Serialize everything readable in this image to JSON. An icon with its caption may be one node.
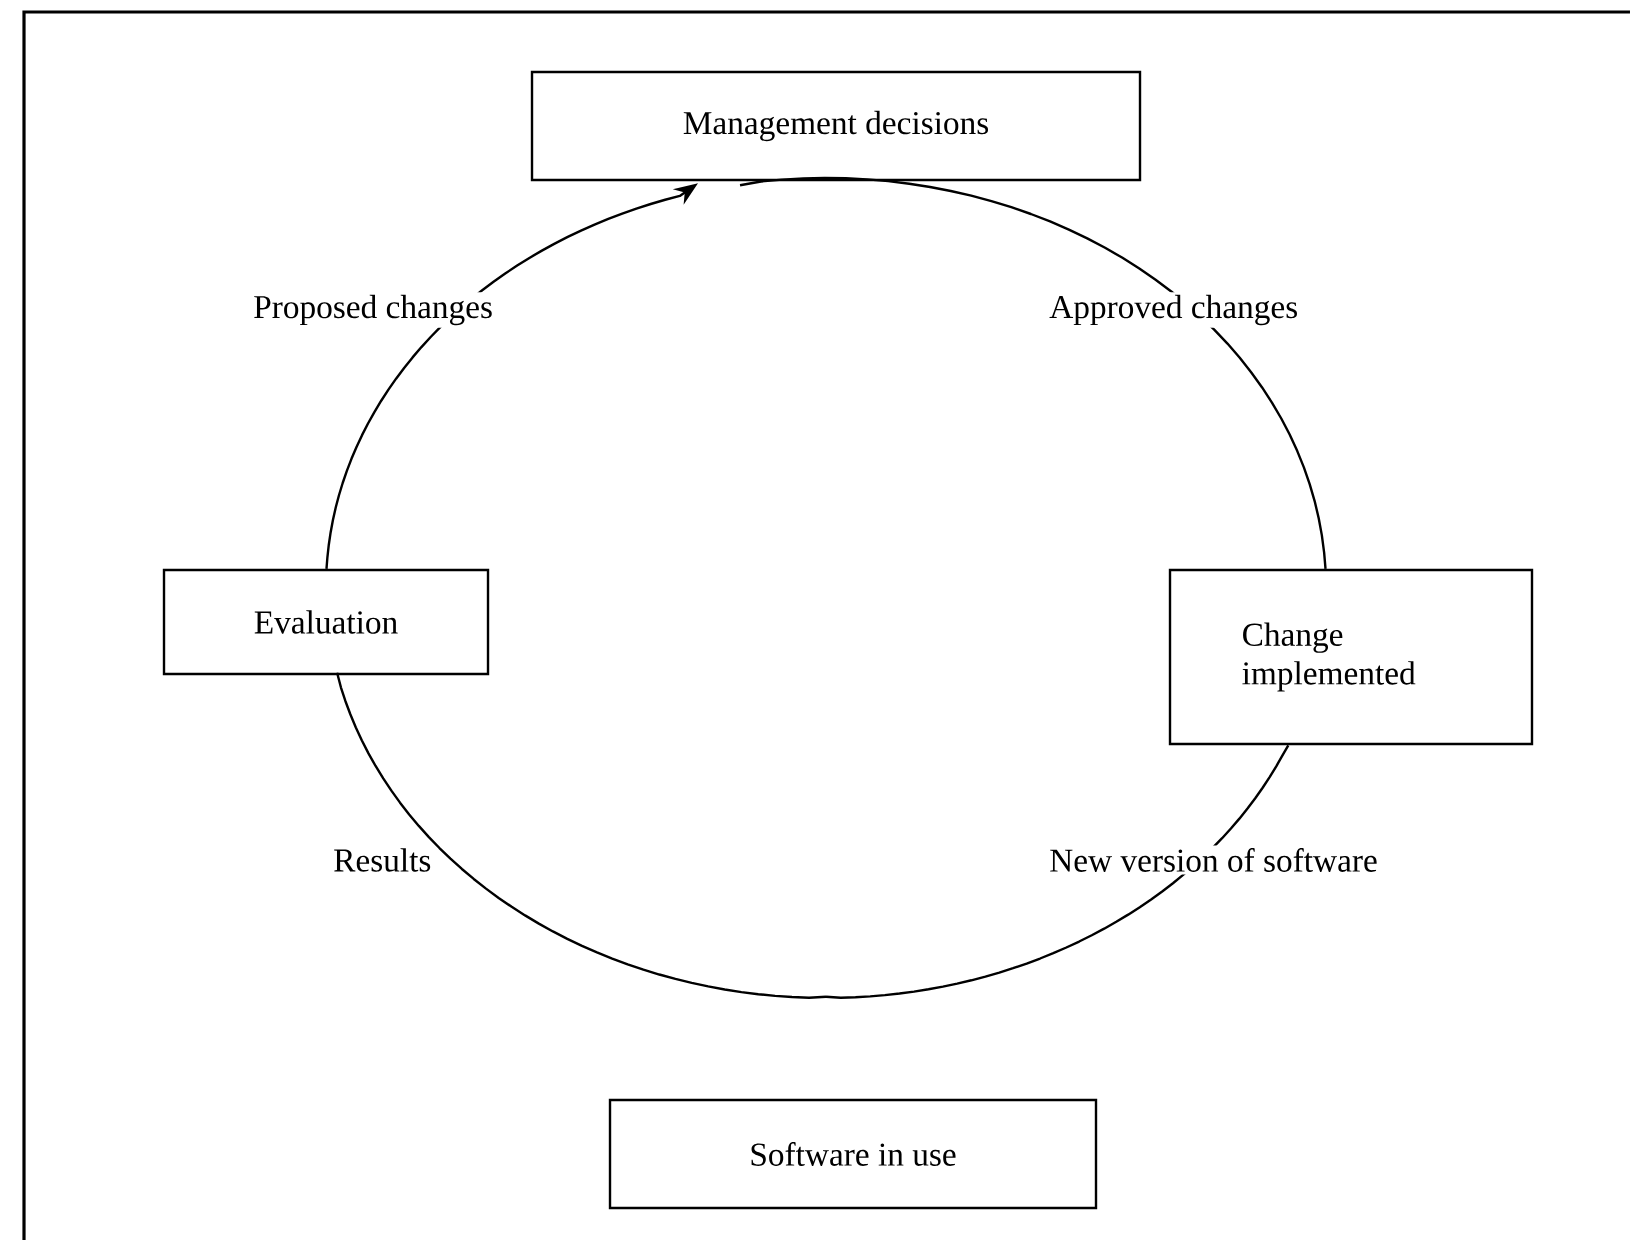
{
  "diagram": {
    "nodes": [
      {
        "text": [
          "Management decisions"
        ]
      },
      {
        "text": [
          "Change implemented"
        ]
      },
      {
        "text": [
          "Software in use"
        ]
      },
      {
        "text": [
          "Evaluation"
        ]
      }
    ],
    "edges": [
      {
        "from": 0,
        "to": 1,
        "arrow": "none",
        "label": "Approved changes"
      },
      {
        "from": 1,
        "to": 2,
        "arrow": "none",
        "label": "New version of software"
      },
      {
        "from": 2,
        "to": 3,
        "arrow": "none",
        "label": "Results"
      },
      {
        "from": 3,
        "to": 0,
        "arrow": "to",
        "label": "Proposed changes"
      }
    ]
  }
}
